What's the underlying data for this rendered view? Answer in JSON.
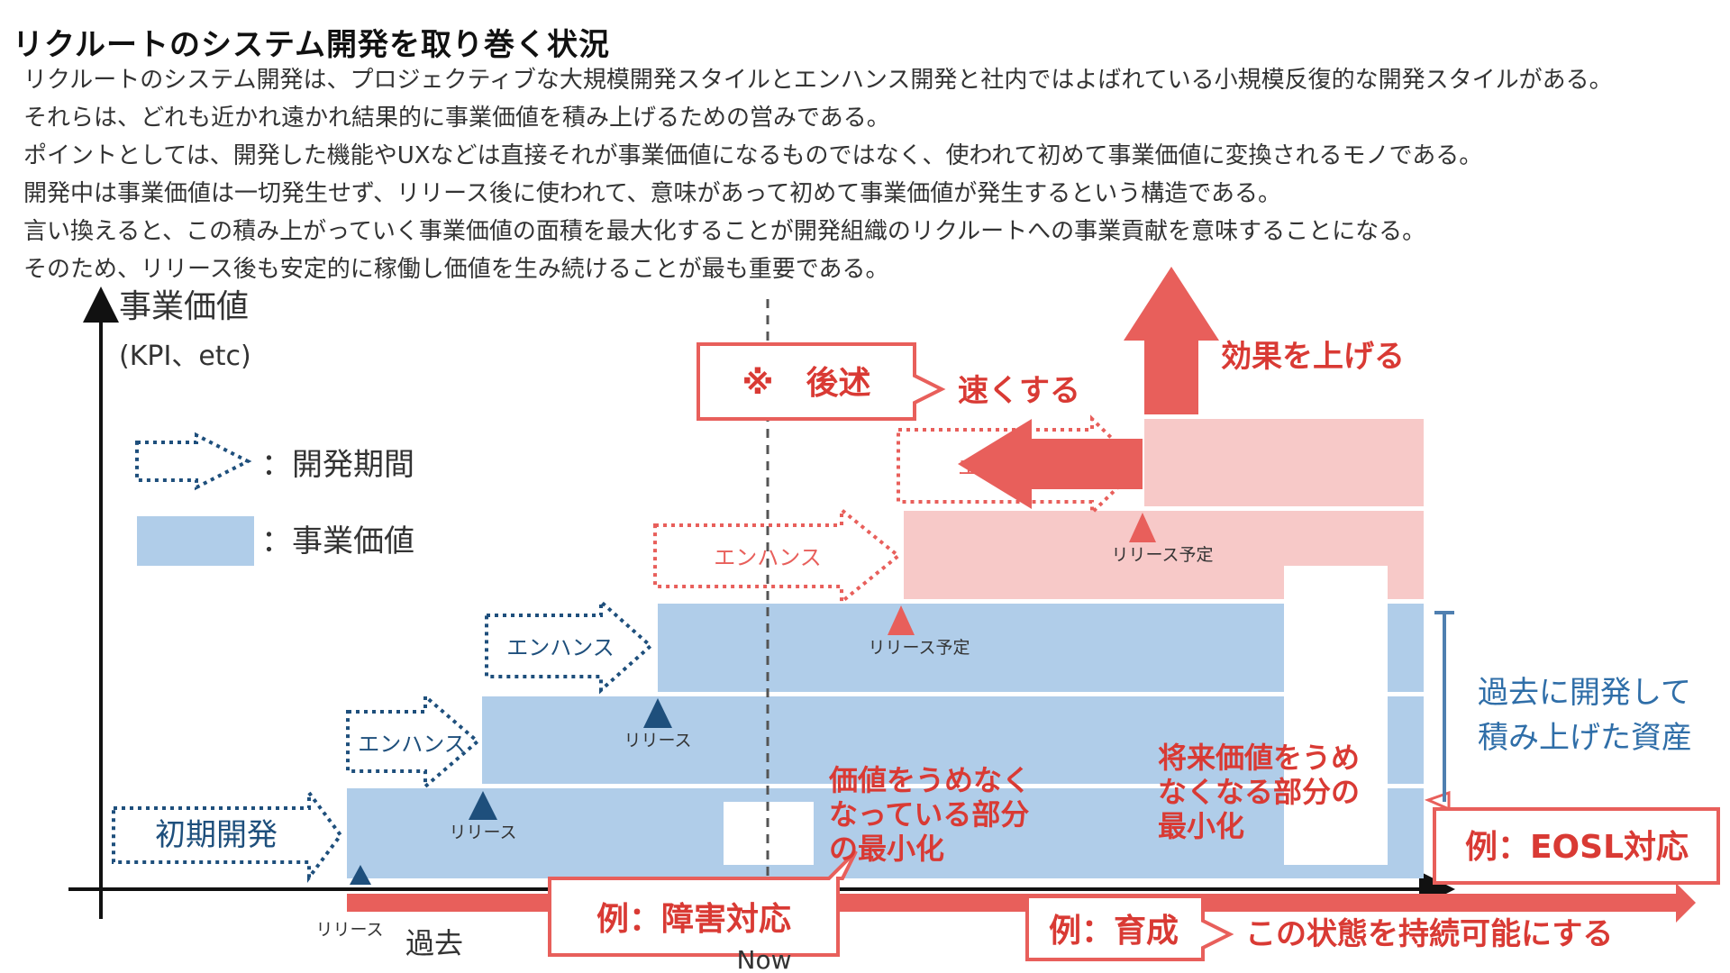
{
  "title": "リクルートのシステム開発を取り巻く状況",
  "description": [
    "リクルートのシステム開発は、プロジェクティブな大規模開発スタイルとエンハンス開発と社内ではよばれている小規模反復的な開発スタイルがある。",
    "それらは、どれも近かれ遠かれ結果的に事業価値を積み上げるための営みである。",
    "ポイントとしては、開発した機能やUXなどは直接それが事業価値になるものではなく、使われて初めて事業価値に変換されるモノである。",
    "開発中は事業価値は一切発生せず、リリース後に使われて、意味があって初めて事業価値が発生するという構造である。",
    "言い換えると、この積み上がっていく事業価値の面積を最大化することが開発組織のリクルートへの事業貢献を意味することになる。",
    "そのため、リリース後も安定的に稼働し価値を生み続けることが最も重要である。"
  ],
  "axis": {
    "y_label": "事業価値",
    "y_sublabel": "(KPI、etc)",
    "past_label": "過去",
    "now_label": "Now"
  },
  "legend": {
    "dev_period": "：開発期間",
    "business_value": "：事業価値"
  },
  "phases": {
    "initial": "初期開発",
    "enhance_1": "エンハンス",
    "enhance_2": "エンハンス",
    "enhance_3": "エンハンス",
    "enhance_4": "エ"
  },
  "releases": {
    "r0": "リリース",
    "r1": "リリース",
    "r2": "リリース",
    "planned_1": "リリース予定",
    "planned_2": "リリース予定"
  },
  "callouts": {
    "see_later": "※　後述",
    "faster": "速くする",
    "raise_effect": "効果を上げる",
    "minimize_loss": [
      "価値をうめなく",
      "なっている部分",
      "の最小化"
    ],
    "minimize_future": [
      "将来価値をうめ",
      "なくなる部分の",
      "最小化"
    ],
    "ex_incident": "例：障害対応",
    "ex_eosl": "例：EOSL対応",
    "ex_nurture": "例：育成",
    "sustainable": "この状態を持続可能にする",
    "past_assets": [
      "過去に開発して",
      "積み上げた資産"
    ]
  },
  "colors": {
    "blue_fill": "#b0cde9",
    "blue_dark": "#1e4f7c",
    "pink_fill": "#f7c9c8",
    "red": "#e85f5b",
    "red_text": "#d93a34"
  }
}
